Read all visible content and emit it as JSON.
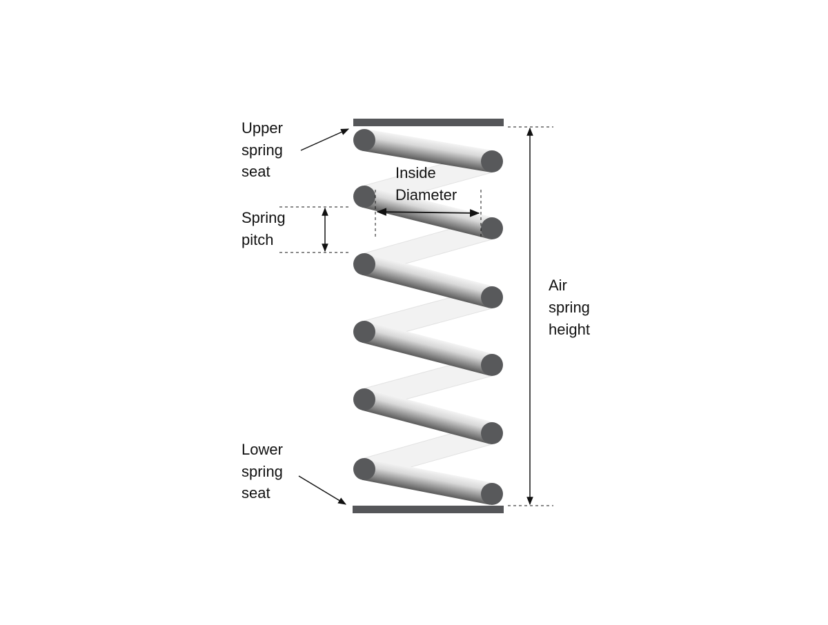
{
  "labels": {
    "upper_seat": [
      "Upper",
      "spring",
      "seat"
    ],
    "pitch": [
      "Spring",
      "pitch"
    ],
    "lower_seat": [
      "Lower",
      "spring",
      "seat"
    ],
    "height": [
      "Air",
      "spring",
      "height"
    ],
    "inside_diameter": [
      "Inside",
      "Diameter"
    ]
  },
  "colors": {
    "plate": "#555659",
    "coil_end": "#58595b",
    "coil_light": "#f2f2f2",
    "line": "#111111"
  }
}
